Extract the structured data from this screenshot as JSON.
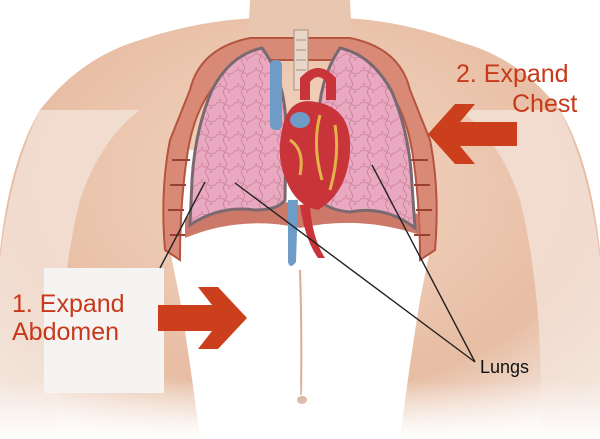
{
  "labels": {
    "abdomen_line1": "1. Expand",
    "abdomen_line2": "Abdomen",
    "chest_line1": "2. Expand",
    "chest_line2": "Chest",
    "lungs": "Lungs"
  },
  "colors": {
    "arrow": "#cc3f1c",
    "skin": "#e8c2aa",
    "lung": "#e7a6be",
    "heart": "#c8343a",
    "vein": "#6f9cc7"
  }
}
